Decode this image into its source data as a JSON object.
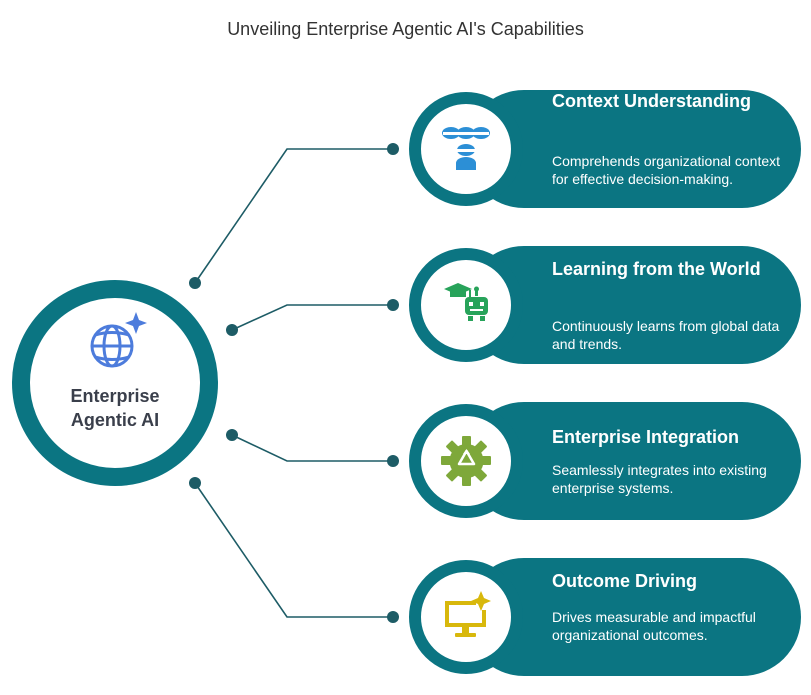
{
  "title": "Unveiling Enterprise Agentic AI's Capabilities",
  "hub": {
    "label": "Enterprise Agentic AI",
    "icon": "globe-sparkle-icon"
  },
  "colors": {
    "teal": "#0b7582",
    "connector": "#1d5c66",
    "hub_icon": "#4d7cdc",
    "icon_blue": "#2c8fd6",
    "icon_green": "#27a35a",
    "icon_olive": "#7ea83a",
    "icon_yellow": "#d8b80c"
  },
  "capabilities": [
    {
      "title": "Context Understanding",
      "description": "Comprehends organizational context for effective decision-making.",
      "icon": "tiered-stack-icon"
    },
    {
      "title": "Learning from the World",
      "description": "Continuously learns from global data and trends.",
      "icon": "graduation-robot-icon"
    },
    {
      "title": "Enterprise Integration",
      "description": "Seamlessly integrates into existing enterprise systems.",
      "icon": "gear-recycle-icon"
    },
    {
      "title": "Outcome Driving",
      "description": "Drives measurable and impactful organizational outcomes.",
      "icon": "monitor-sparkle-icon"
    }
  ]
}
